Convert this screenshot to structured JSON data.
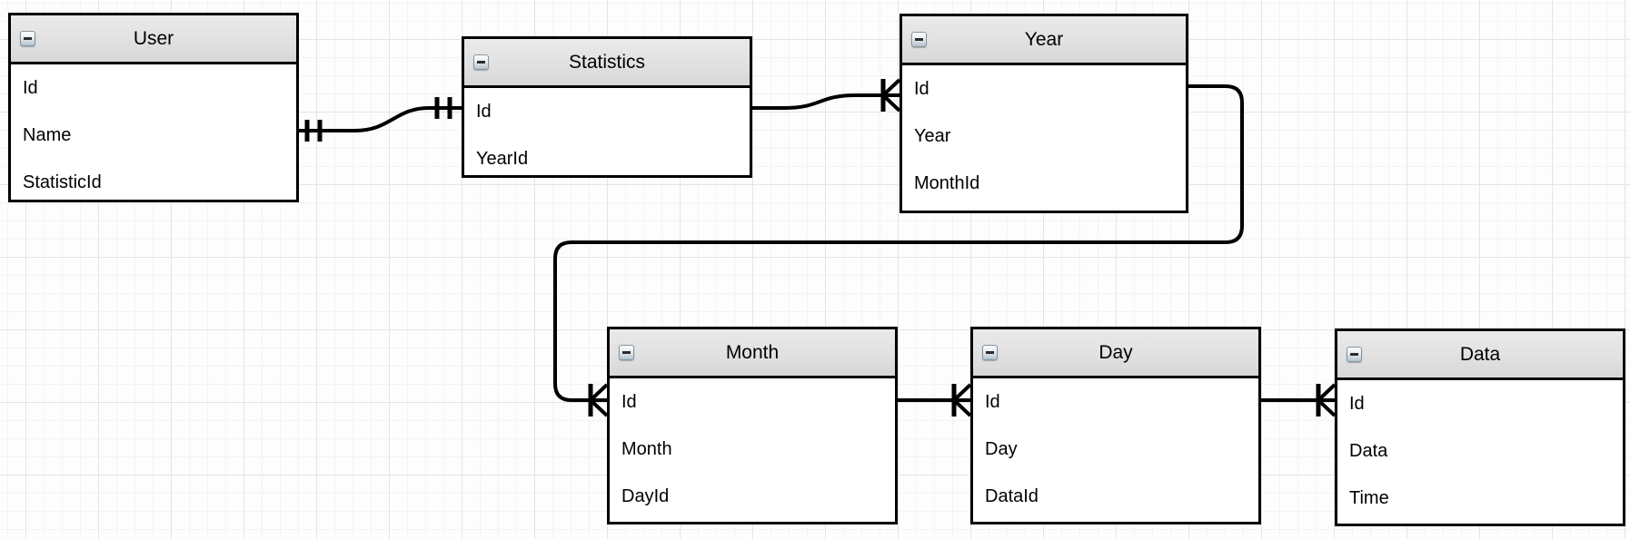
{
  "canvas": {
    "kind": "entity-relationship-diagram",
    "background": "#fdfdfd",
    "grid_minor_color": "#f3f3f3",
    "grid_major_color": "#e4e4e4"
  },
  "icons": {
    "collapse": "minus-icon"
  },
  "colors": {
    "entity_border": "#000000",
    "header_fill": "#e0e0e0",
    "body_fill": "#ffffff",
    "connector": "#000000"
  },
  "entities": [
    {
      "id": "user",
      "title": "User",
      "fields": [
        "Id",
        "Name",
        "StatisticId"
      ]
    },
    {
      "id": "statistics",
      "title": "Statistics",
      "fields": [
        "Id",
        "YearId"
      ]
    },
    {
      "id": "year",
      "title": "Year",
      "fields": [
        "Id",
        "Year",
        "MonthId"
      ]
    },
    {
      "id": "month",
      "title": "Month",
      "fields": [
        "Id",
        "Month",
        "DayId"
      ]
    },
    {
      "id": "day",
      "title": "Day",
      "fields": [
        "Id",
        "Day",
        "DataId"
      ]
    },
    {
      "id": "data",
      "title": "Data",
      "fields": [
        "Id",
        "Data",
        "Time"
      ]
    }
  ],
  "connections": [
    {
      "from": "User",
      "to": "Statistics",
      "from_cardinality": "one",
      "to_cardinality": "one"
    },
    {
      "from": "Statistics",
      "to": "Year",
      "from_cardinality": "none",
      "to_cardinality": "many"
    },
    {
      "from": "Year",
      "to": "Month",
      "from_cardinality": "none",
      "to_cardinality": "many"
    },
    {
      "from": "Month",
      "to": "Day",
      "from_cardinality": "none",
      "to_cardinality": "many"
    },
    {
      "from": "Day",
      "to": "Data",
      "from_cardinality": "none",
      "to_cardinality": "many"
    }
  ]
}
